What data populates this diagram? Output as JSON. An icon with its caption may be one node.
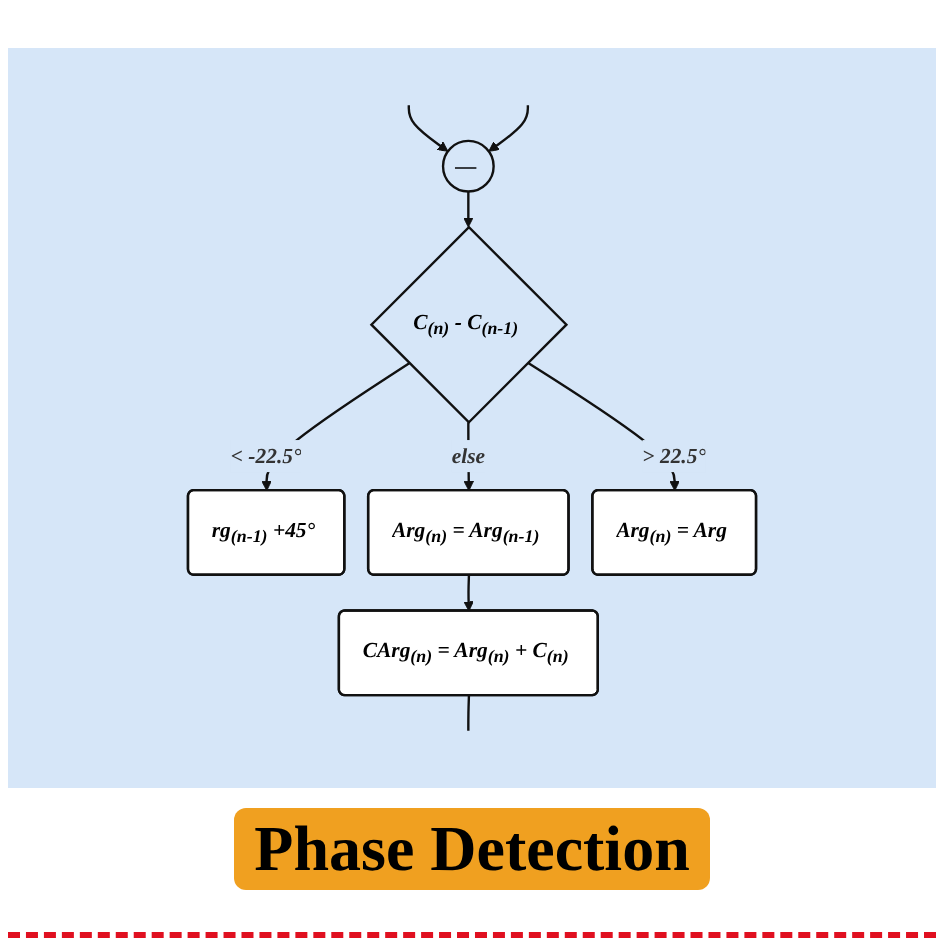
{
  "diagram": {
    "nodes": [
      {
        "text": [
          "—"
        ]
      },
      {
        "text": [
          "C$_{(n)}$ - C$_{(n-1)}$"
        ]
      },
      {
        "text": [
          "rg$_{(n-1)}$ +45°"
        ]
      },
      {
        "text": [
          "Arg$_{(n)}$ = Arg$_{(n-1)}$"
        ]
      },
      {
        "text": [
          "Arg$_{(n)}$ = Arg"
        ]
      },
      {
        "text": [
          "CArg$_{(n)}$ = Arg$_{(n)}$ + C$_{(n)}$"
        ]
      }
    ],
    "edges": [
      {
        "from": null,
        "to": 0,
        "arrow": "to"
      },
      {
        "from": null,
        "to": 0,
        "arrow": "to"
      },
      {
        "from": 0,
        "to": 1,
        "arrow": "to"
      },
      {
        "from": 1,
        "to": 2,
        "label": "< -22.5°",
        "arrow": "to"
      },
      {
        "from": 1,
        "to": 3,
        "label": "else",
        "arrow": "to"
      },
      {
        "from": 1,
        "to": 4,
        "label": ">  22.5°",
        "arrow": "to"
      },
      {
        "from": 3,
        "to": 5,
        "arrow": "to"
      },
      {
        "from": 5,
        "to": null,
        "arrow": "none"
      }
    ],
    "labels": [
      "Phase Detection"
    ]
  }
}
